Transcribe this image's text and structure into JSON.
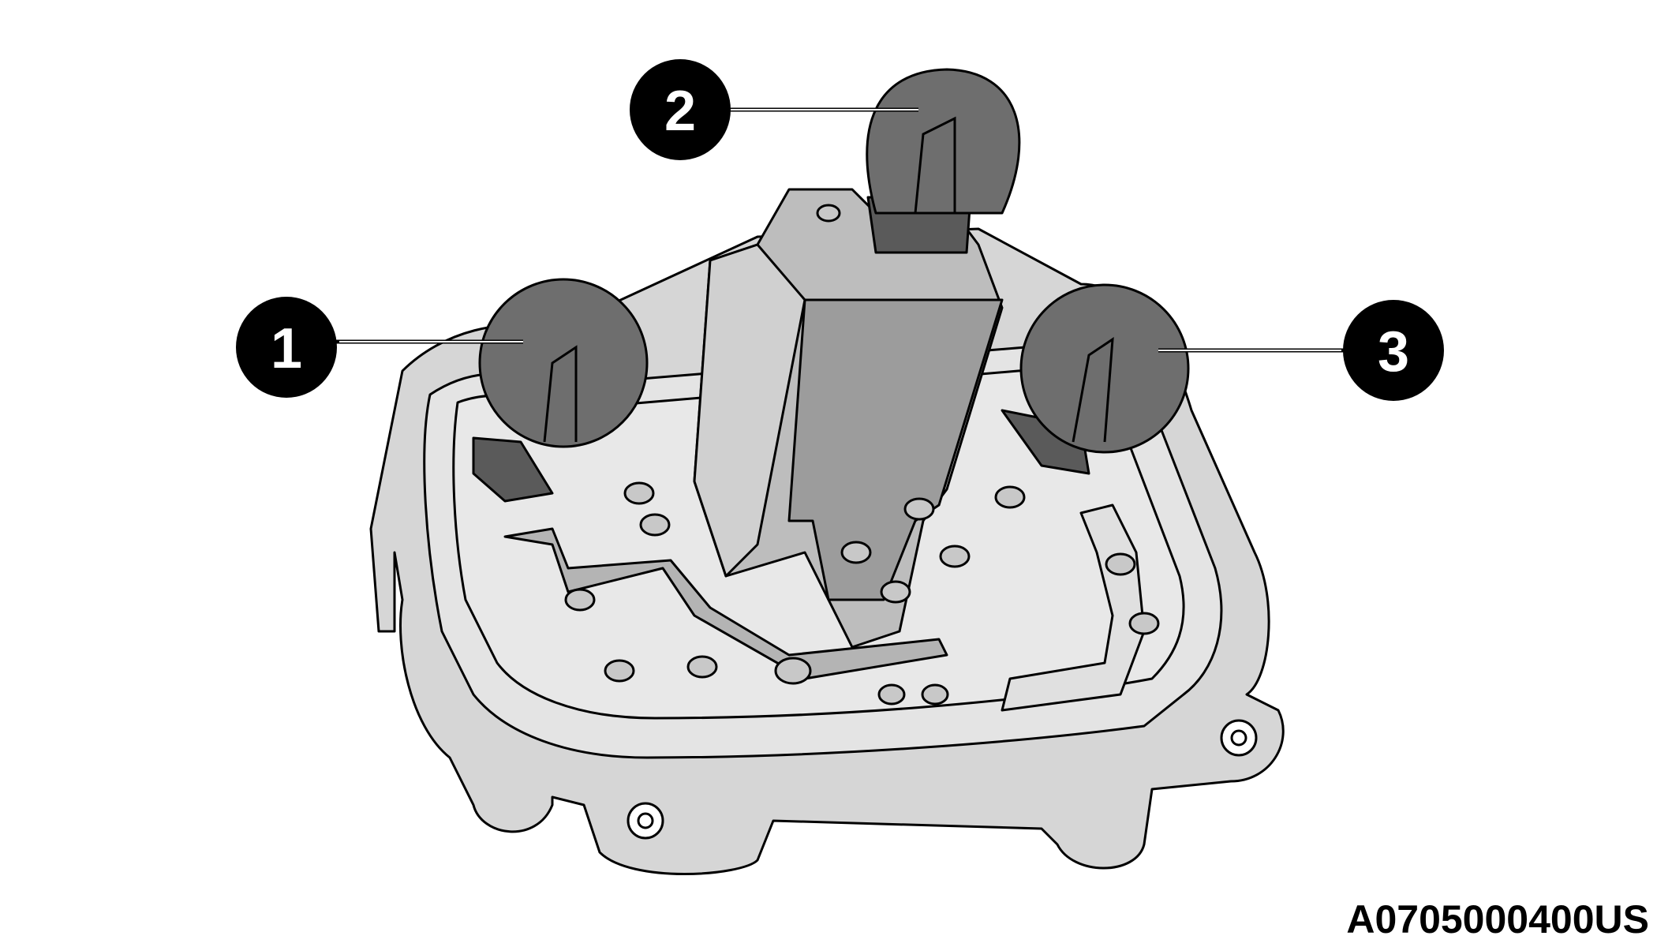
{
  "figure_id": "A0705000400US",
  "callouts": [
    {
      "number": "1"
    },
    {
      "number": "2"
    },
    {
      "number": "3"
    }
  ],
  "colors": {
    "bulb": "#6e6e6e",
    "housing": "#d9d9d9",
    "housing_dark": "#a8a8a8",
    "callout": "#000000"
  }
}
